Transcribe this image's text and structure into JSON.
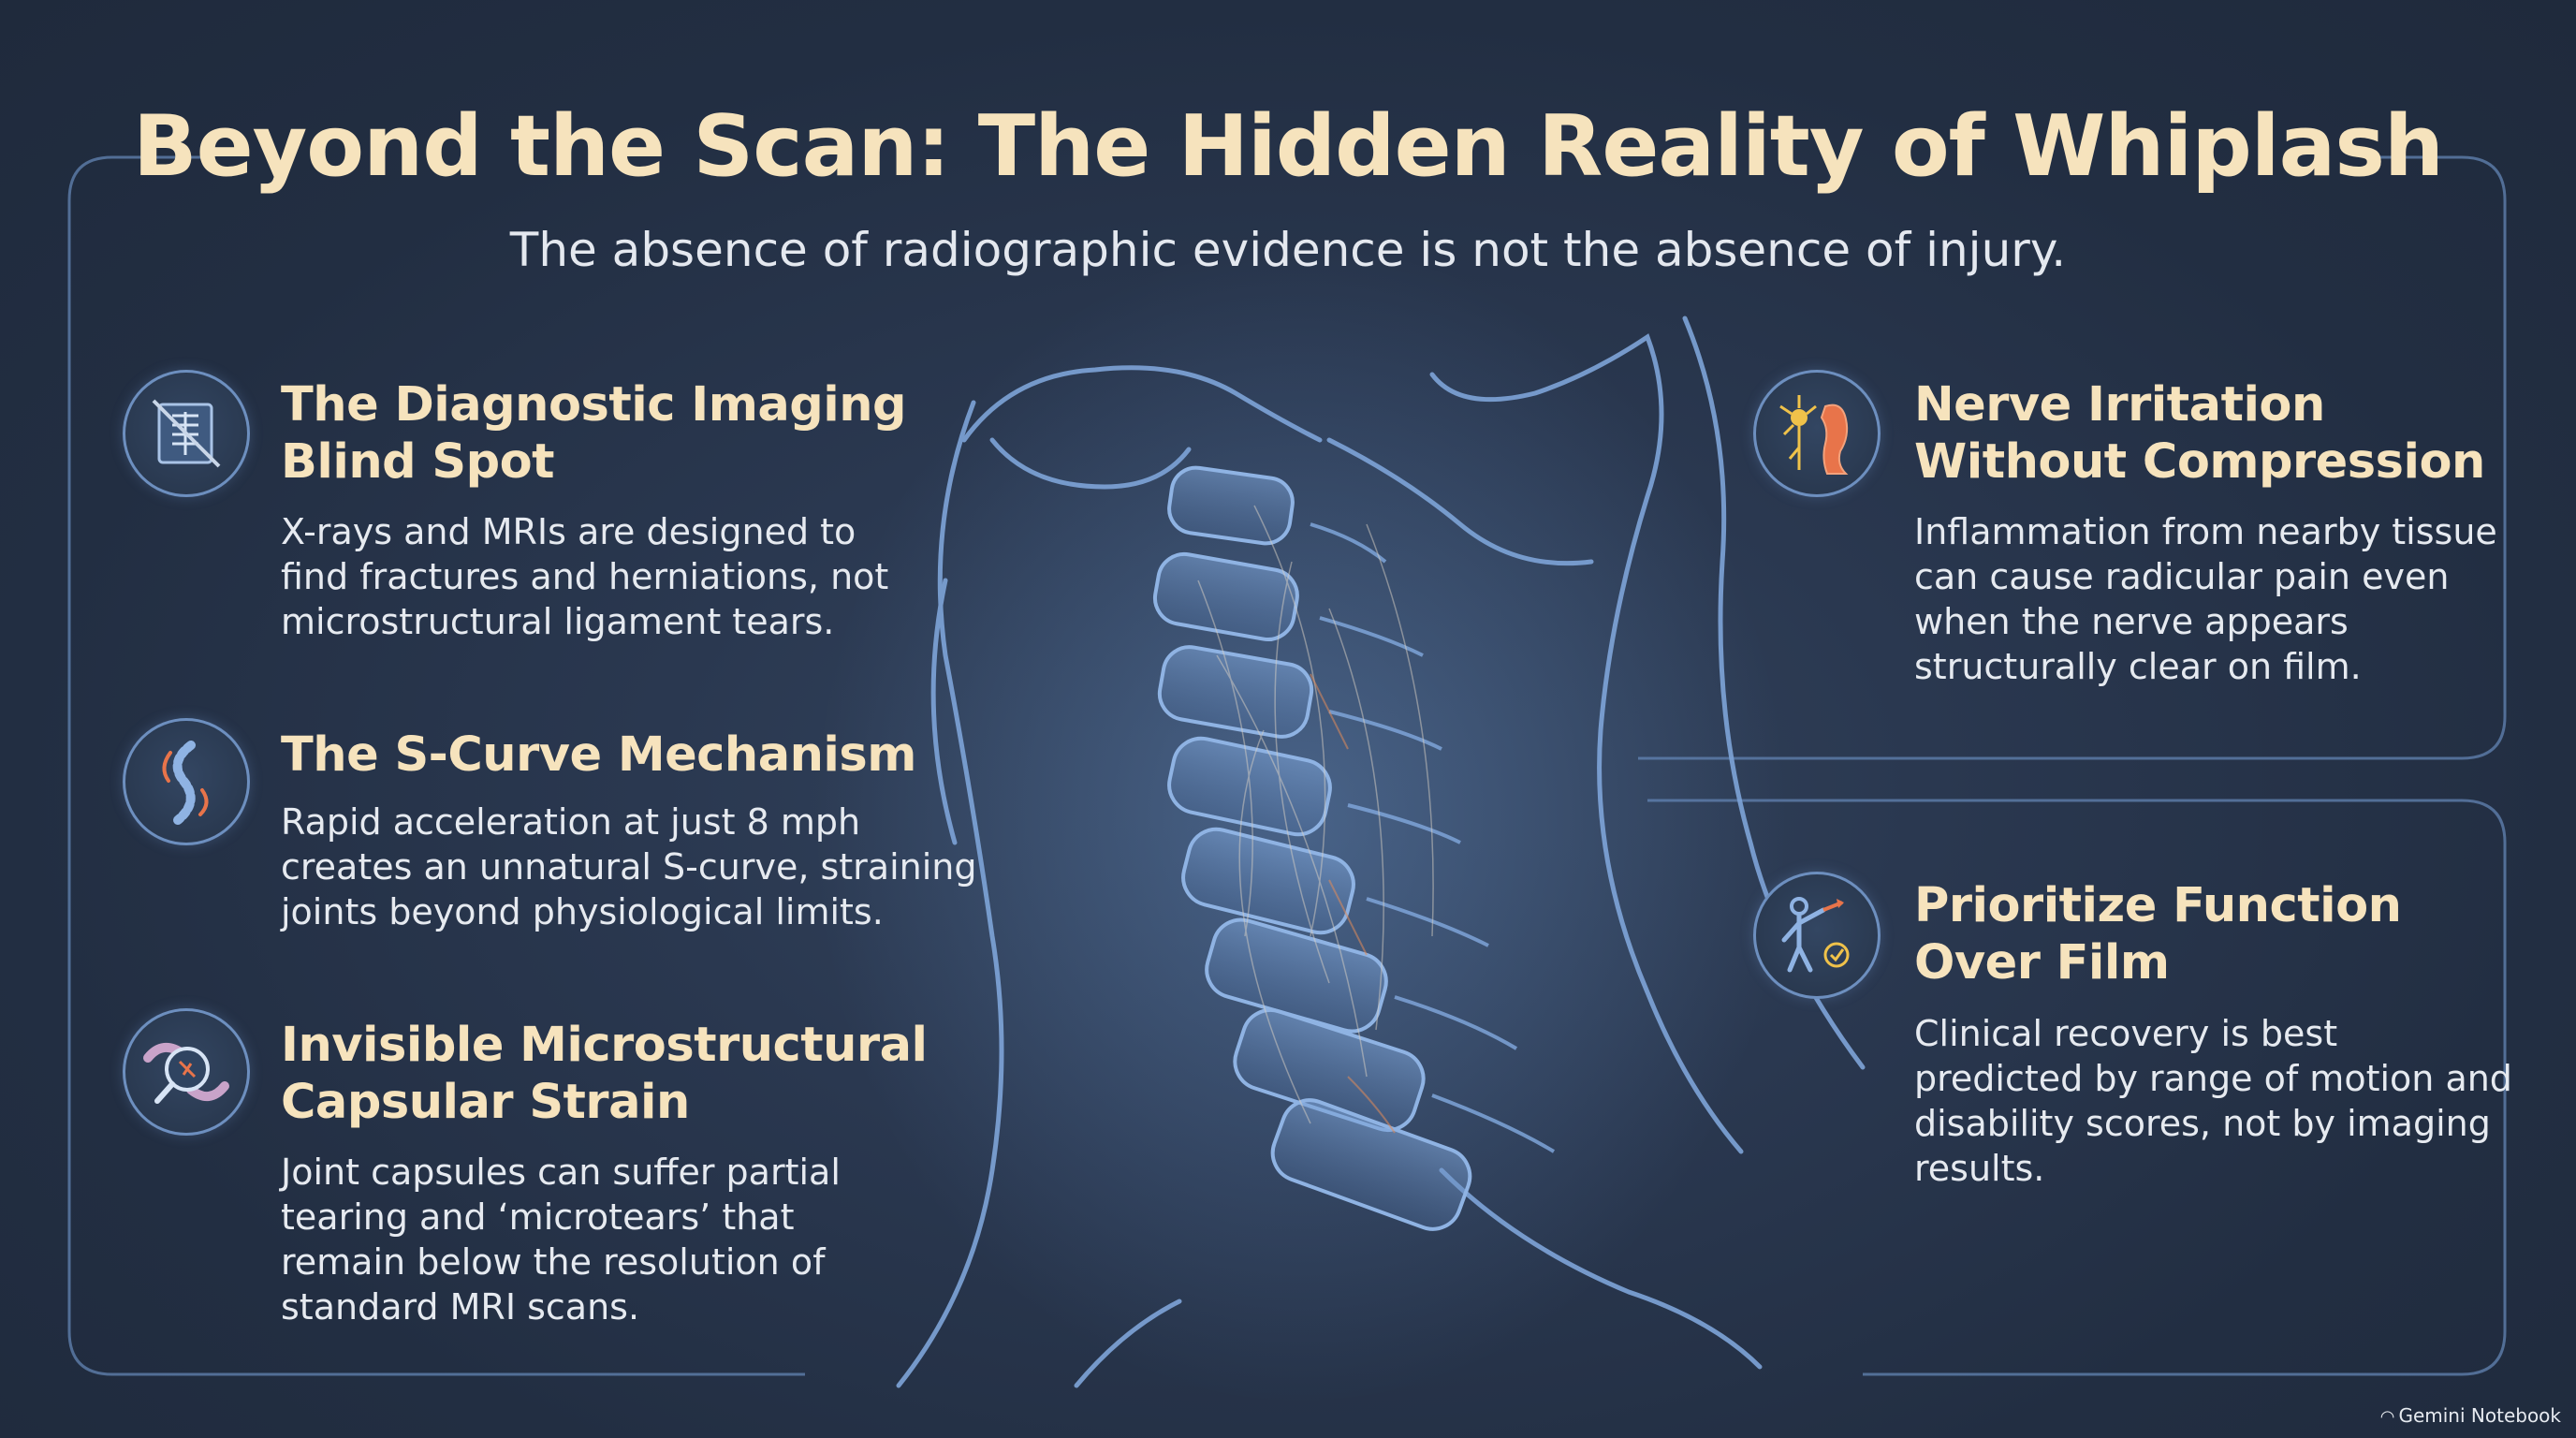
{
  "title": "Beyond the Scan: The Hidden Reality of Whiplash",
  "subtitle": "The absence of radiographic evidence is not the absence of injury.",
  "colors": {
    "background": "#243146",
    "heading": "#f6e3bd",
    "body_text": "#e6eaf0",
    "frame_line": "#5b7aa6",
    "accent_orange": "#e8744a",
    "accent_blue": "#6d8fbf"
  },
  "cards": [
    {
      "icon": "xray-crossed-out-icon",
      "title_lines": [
        "The Diagnostic Imaging",
        "Blind Spot"
      ],
      "body_lines": [
        "X-rays and MRIs are designed to",
        "find fractures and herniations, not",
        "microstructural ligament tears."
      ]
    },
    {
      "icon": "s-curve-spine-icon",
      "title_lines": [
        "The S-Curve Mechanism"
      ],
      "body_lines": [
        "Rapid acceleration at just 8 mph",
        "creates an unnatural S-curve, straining",
        "joints beyond physiological limits."
      ]
    },
    {
      "icon": "magnified-joint-capsule-icon",
      "title_lines": [
        "Invisible Microstructural",
        "Capsular Strain"
      ],
      "body_lines": [
        "Joint capsules can suffer partial",
        "tearing and ‘microtears’ that",
        "remain below the resolution of",
        "standard MRI scans."
      ]
    },
    {
      "icon": "nerve-inflammation-icon",
      "title_lines": [
        "Nerve Irritation",
        "Without Compression"
      ],
      "body_lines": [
        "Inflammation from nearby tissue",
        "can cause radicular pain even",
        "when the nerve appears",
        "structurally clear on film."
      ]
    },
    {
      "icon": "range-of-motion-figure-icon",
      "title_lines": [
        "Prioritize Function",
        "Over Film"
      ],
      "body_lines": [
        "Clinical recovery is best",
        "predicted by range of motion and",
        "disability scores, not by imaging",
        "results."
      ]
    }
  ],
  "watermark": "Gemini Notebook"
}
